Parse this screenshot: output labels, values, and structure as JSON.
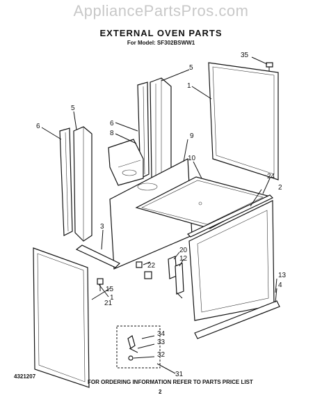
{
  "watermark": "AppliancePartsPros.com",
  "title": "EXTERNAL OVEN PARTS",
  "subtitle": "For Model: SF302BSWW1",
  "footer": {
    "doc_number": "4321207",
    "page_number": "2",
    "note": "FOR ORDERING INFORMATION REFER TO PARTS PRICE LIST"
  },
  "callouts": {
    "c35": "35",
    "c1a": "1",
    "c5a": "5",
    "c5b": "5",
    "c6a": "6",
    "c6b": "6",
    "c8": "8",
    "c9": "9",
    "c10": "10",
    "c24": "24",
    "c2": "2",
    "c3": "3",
    "c20": "20",
    "c12": "12",
    "c22": "22",
    "c15": "15",
    "c1b": "1",
    "c21": "21",
    "c13": "13",
    "c4": "4",
    "c34": "34",
    "c33": "33",
    "c32": "32",
    "c31": "31"
  }
}
